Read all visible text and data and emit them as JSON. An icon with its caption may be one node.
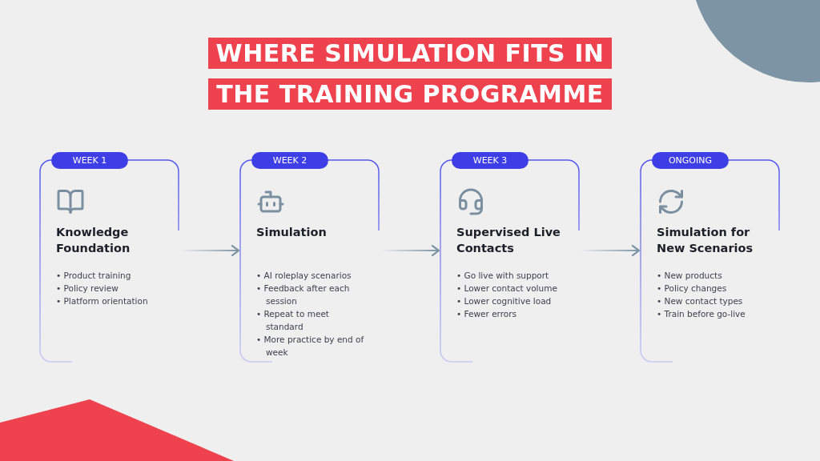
{
  "diagram": {
    "title": "WHERE SIMULATION FITS IN THE TRAINING PROGRAMME",
    "nodes": [
      {
        "text": [
          "WEEK 1",
          "Knowledge Foundation",
          "• Product training",
          "• Policy review",
          "• Platform orientation"
        ]
      },
      {
        "text": [
          "WEEK 2",
          "Simulation",
          "• AI roleplay scenarios",
          "• Feedback after each session",
          "• Repeat to meet standard",
          "• More practice by end of week"
        ]
      },
      {
        "text": [
          "WEEK 3",
          "Supervised Live Contacts",
          "• Go live with support",
          "• Lower contact volume",
          "• Lower cognitive load",
          "• Fewer errors"
        ]
      },
      {
        "text": [
          "ONGOING",
          "Simulation for New Scenarios",
          "• New products",
          "• Policy changes",
          "• New contact types",
          "• Train before go-live"
        ]
      }
    ],
    "edges": [
      {
        "from": 0,
        "to": 1,
        "arrow": "to"
      },
      {
        "from": 1,
        "to": 2,
        "arrow": "to"
      },
      {
        "from": 2,
        "to": 3,
        "arrow": "to"
      }
    ]
  }
}
